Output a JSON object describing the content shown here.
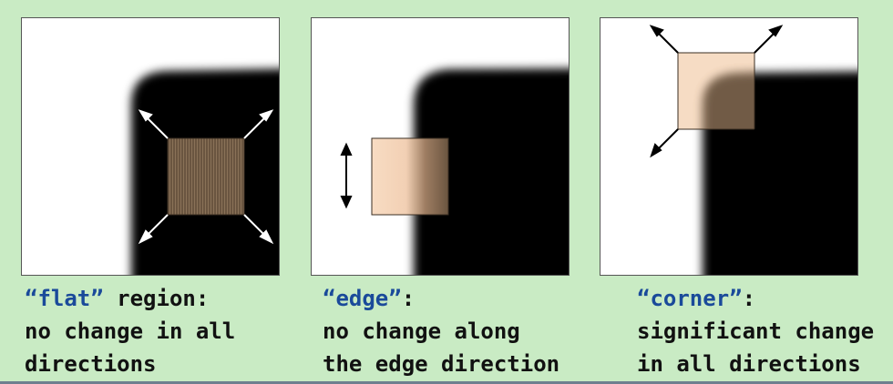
{
  "panels": [
    {
      "id": "flat",
      "keyword": "“flat”",
      "line1_rest": " region:",
      "line2": "no change in all",
      "line3": "directions"
    },
    {
      "id": "edge",
      "keyword": "“edge”",
      "line1_rest": ":",
      "line2": "no change along",
      "line3": "the edge direction"
    },
    {
      "id": "corner",
      "keyword": "“corner”",
      "line1_rest": ":",
      "line2": "significant change",
      "line3": "in all directions"
    }
  ],
  "colors": {
    "background": "#c9ebc4",
    "keyword": "#1a4a9a",
    "text": "#111111",
    "dark_window": "#6a5540",
    "light_window": "#f6dcc4"
  }
}
